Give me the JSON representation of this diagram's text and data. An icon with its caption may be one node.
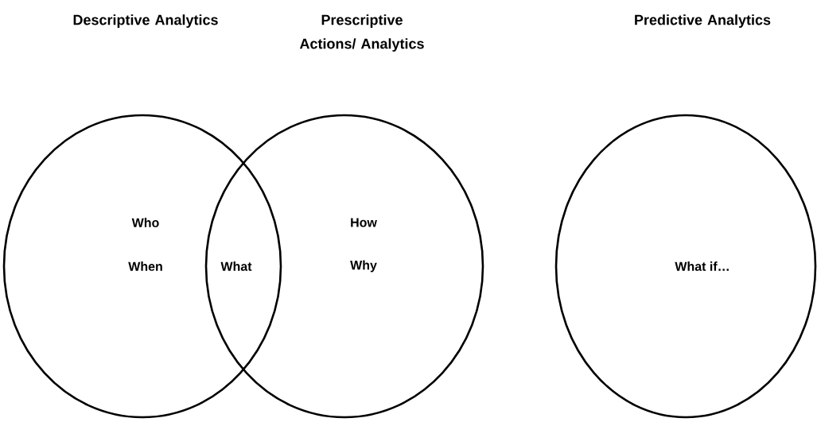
{
  "diagram": {
    "nodes": [
      {
        "text": [
          "Who",
          "When"
        ]
      },
      {
        "text": [
          "How",
          "Why"
        ]
      },
      {
        "text": [
          "What if…"
        ]
      }
    ],
    "labels": [
      "Descriptive Analytics",
      "Prescriptive Actions/ Analytics",
      "Predictive Analytics",
      "What"
    ]
  }
}
